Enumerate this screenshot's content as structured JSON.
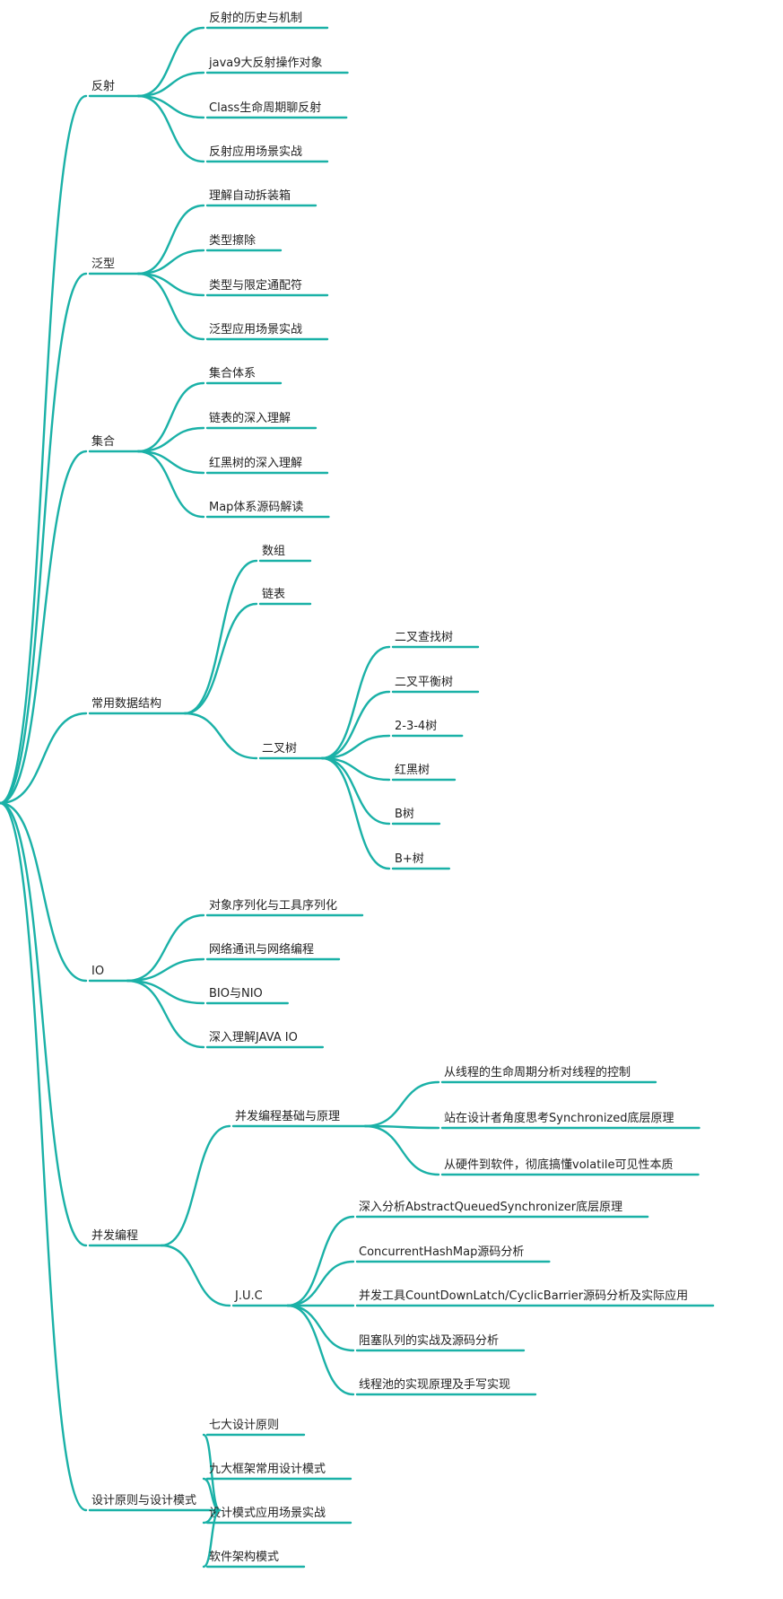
{
  "colors": {
    "line": "#1ab1a7",
    "text": "#222222",
    "background": "#ffffff"
  },
  "mindmap": {
    "branches": [
      {
        "label": "反射",
        "children": [
          {
            "label": "反射的历史与机制"
          },
          {
            "label": "java9大反射操作对象"
          },
          {
            "label": "Class生命周期聊反射"
          },
          {
            "label": "反射应用场景实战"
          }
        ]
      },
      {
        "label": "泛型",
        "children": [
          {
            "label": "理解自动拆装箱"
          },
          {
            "label": "类型擦除"
          },
          {
            "label": "类型与限定通配符"
          },
          {
            "label": "泛型应用场景实战"
          }
        ]
      },
      {
        "label": "集合",
        "children": [
          {
            "label": "集合体系"
          },
          {
            "label": "链表的深入理解"
          },
          {
            "label": "红黑树的深入理解"
          },
          {
            "label": "Map体系源码解读"
          }
        ]
      },
      {
        "label": "常用数据结构",
        "children": [
          {
            "label": "数组"
          },
          {
            "label": "链表"
          },
          {
            "label": "二叉树",
            "children": [
              {
                "label": "二叉查找树"
              },
              {
                "label": "二叉平衡树"
              },
              {
                "label": "2-3-4树"
              },
              {
                "label": "红黑树"
              },
              {
                "label": "B树"
              },
              {
                "label": "B+树"
              }
            ]
          }
        ]
      },
      {
        "label": "IO",
        "children": [
          {
            "label": "对象序列化与工具序列化"
          },
          {
            "label": "网络通讯与网络编程"
          },
          {
            "label": "BIO与NIO"
          },
          {
            "label": "深入理解JAVA IO"
          }
        ]
      },
      {
        "label": "并发编程",
        "children": [
          {
            "label": "并发编程基础与原理",
            "children": [
              {
                "label": "从线程的生命周期分析对线程的控制"
              },
              {
                "label": "站在设计者角度思考Synchronized底层原理"
              },
              {
                "label": "从硬件到软件，彻底搞懂volatile可见性本质"
              }
            ]
          },
          {
            "label": "J.U.C",
            "children": [
              {
                "label": "深入分析AbstractQueuedSynchronizer底层原理"
              },
              {
                "label": "ConcurrentHashMap源码分析"
              },
              {
                "label": "并发工具CountDownLatch/CyclicBarrier源码分析及实际应用"
              },
              {
                "label": "阻塞队列的实战及源码分析"
              },
              {
                "label": "线程池的实现原理及手写实现"
              }
            ]
          }
        ]
      },
      {
        "label": "设计原则与设计模式",
        "children": [
          {
            "label": "七大设计原则"
          },
          {
            "label": "九大框架常用设计模式"
          },
          {
            "label": "设计模式应用场景实战"
          },
          {
            "label": "软件架构模式"
          }
        ]
      }
    ]
  }
}
